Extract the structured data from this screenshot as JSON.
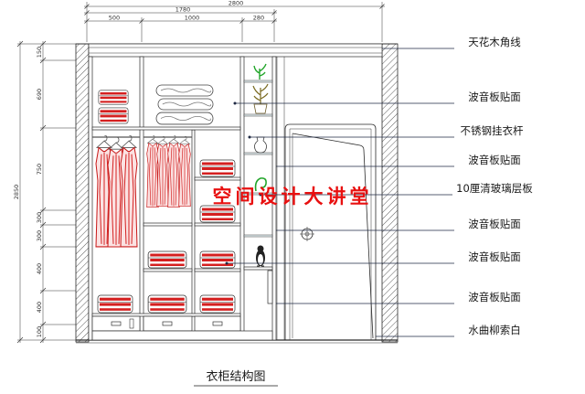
{
  "diagram": {
    "title": "衣柜结构图",
    "watermark": "空间设计大讲堂"
  },
  "dimensions": {
    "top_total": "2800",
    "top_subtotal": "1780",
    "top_segments": [
      "500",
      "1000",
      "280"
    ],
    "left_total": "2850",
    "left_segments": [
      "150",
      "690",
      "750",
      "300",
      "300",
      "400",
      "400",
      "100"
    ]
  },
  "callouts": [
    {
      "label": "天花木角线"
    },
    {
      "label": "波音板贴面"
    },
    {
      "label": "不锈钢挂衣杆"
    },
    {
      "label": "波音板贴面"
    },
    {
      "label": "10厘清玻璃层板"
    },
    {
      "label": "波音板贴面"
    },
    {
      "label": "波音板贴面"
    },
    {
      "label": "波音板贴面"
    },
    {
      "label": "水曲柳索白"
    }
  ],
  "colors": {
    "line": "#2a2a2a",
    "garment": "#c81818",
    "watermark": "#e81010",
    "plant": "#22a52a"
  }
}
